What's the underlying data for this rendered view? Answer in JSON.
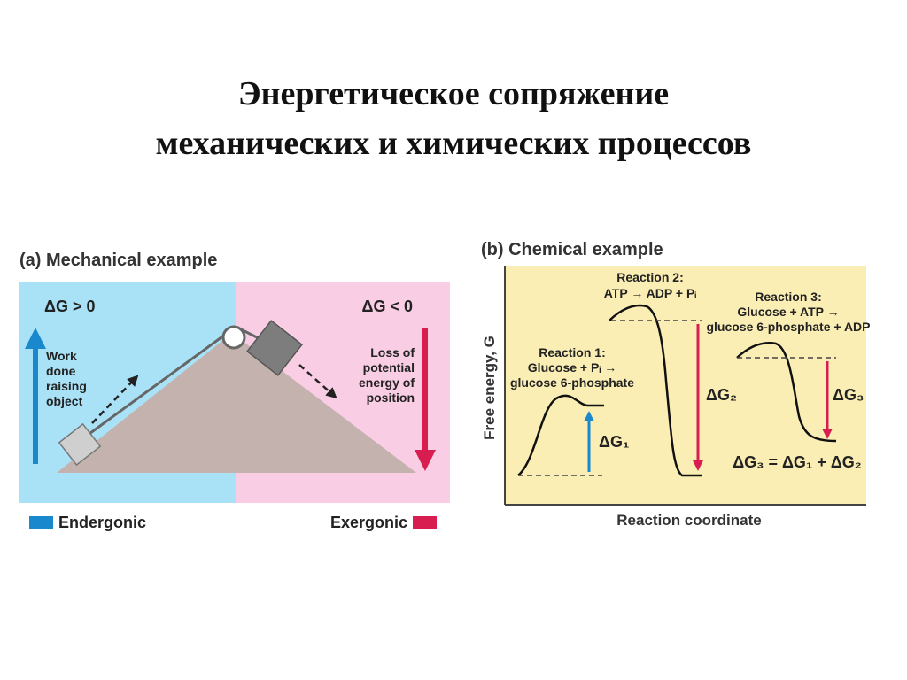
{
  "slide": {
    "title_line1": "Энергетическое сопряжение",
    "title_line2": "механических и химических процессов"
  },
  "mechanical": {
    "panel_label": "(a) Mechanical example",
    "dg_left": "ΔG > 0",
    "dg_right": "ΔG < 0",
    "left_text": [
      "Work",
      "done",
      "raising",
      "object"
    ],
    "right_text": [
      "Loss of",
      "potential",
      "energy of",
      "position"
    ],
    "legend_endergonic": "Endergonic",
    "legend_exergonic": "Exergonic"
  },
  "chemical": {
    "panel_label": "(b) Chemical example",
    "y_axis_label": "Free energy, G",
    "x_axis_label": "Reaction coordinate",
    "reaction1": {
      "title": "Reaction 1:",
      "line1": "Glucose + Pᵢ →",
      "line2": "glucose 6-phosphate",
      "dg": "ΔG₁"
    },
    "reaction2": {
      "title": "Reaction 2:",
      "line1": "ATP → ADP + Pᵢ",
      "dg": "ΔG₂"
    },
    "reaction3": {
      "title": "Reaction 3:",
      "line1": "Glucose + ATP →",
      "line2": "glucose 6-phosphate + ADP",
      "dg": "ΔG₃"
    },
    "sum_equation": "ΔG₃ = ΔG₁ + ΔG₂"
  },
  "colors": {
    "blue_bg": "#a9e2f7",
    "pink_bg": "#f9cde3",
    "blue_arrow": "#1a88cc",
    "red_arrow": "#d81d50",
    "yellow_bg": "#fbeeb4",
    "ramp": "#c4b2ae"
  }
}
